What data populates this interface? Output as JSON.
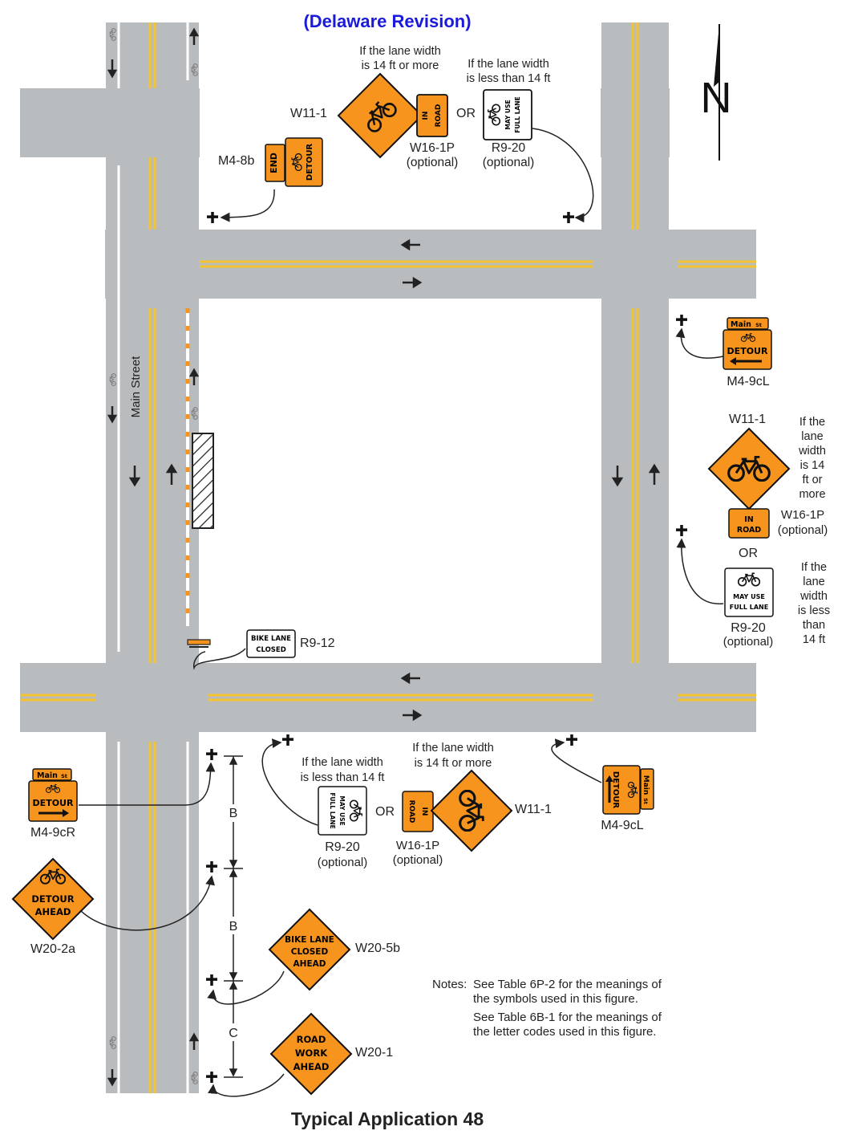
{
  "header": {
    "revision": "(Delaware Revision)"
  },
  "footer": {
    "title": "Typical Application 48"
  },
  "street": {
    "name": "Main Street"
  },
  "north": {
    "letter": "N"
  },
  "signs": {
    "w11_1": "W11-1",
    "w16_1p": "W16-1P",
    "r9_20": "R9-20",
    "r9_12": "R9-12",
    "m4_8b": "M4-8b",
    "m4_9cl": "M4-9cL",
    "m4_9cr": "M4-9cR",
    "w20_2a": "W20-2a",
    "w20_5b": "W20-5b",
    "w20_1": "W20-1",
    "optional": "(optional)",
    "or": "OR"
  },
  "conditions": {
    "ge14_l1": "If the lane width",
    "ge14_l2": "is 14 ft or more",
    "lt14_l1": "If the lane width",
    "lt14_l2": "is less than 14 ft",
    "right_ge14": [
      "If the",
      "lane",
      "width",
      "is 14",
      "ft or",
      "more"
    ],
    "right_lt14": [
      "If the",
      "lane",
      "width",
      "is less",
      "than",
      "14 ft"
    ]
  },
  "sign_text": {
    "in": "IN",
    "road": "ROAD",
    "may_use": "MAY USE",
    "full_lane": "FULL LANE",
    "end": "END",
    "detour": "DETOUR",
    "main": "Main",
    "st": "St",
    "detour_ahead_1": "DETOUR",
    "detour_ahead_2": "AHEAD",
    "bike_lane_closed_1": "BIKE LANE",
    "bike_lane_closed_2": "CLOSED",
    "bike_lane_closed_3": "AHEAD",
    "road_work_1": "ROAD",
    "road_work_2": "WORK",
    "road_work_3": "AHEAD",
    "r9_12_1": "BIKE LANE",
    "r9_12_2": "CLOSED"
  },
  "spacing": {
    "b": "B",
    "c": "C"
  },
  "notes": {
    "label": "Notes:",
    "n1_l1": "See Table 6P-2 for the meanings of",
    "n1_l2": "the symbols used in this figure.",
    "n2_l1": "See Table 6B-1 for the meanings of",
    "n2_l2": "the letter codes used in this figure."
  },
  "colors": {
    "road": "#b9bcbf",
    "yellow": "#f5c230",
    "orange": "#f7941d",
    "blue": "#1a1adc",
    "ink": "#222222"
  }
}
